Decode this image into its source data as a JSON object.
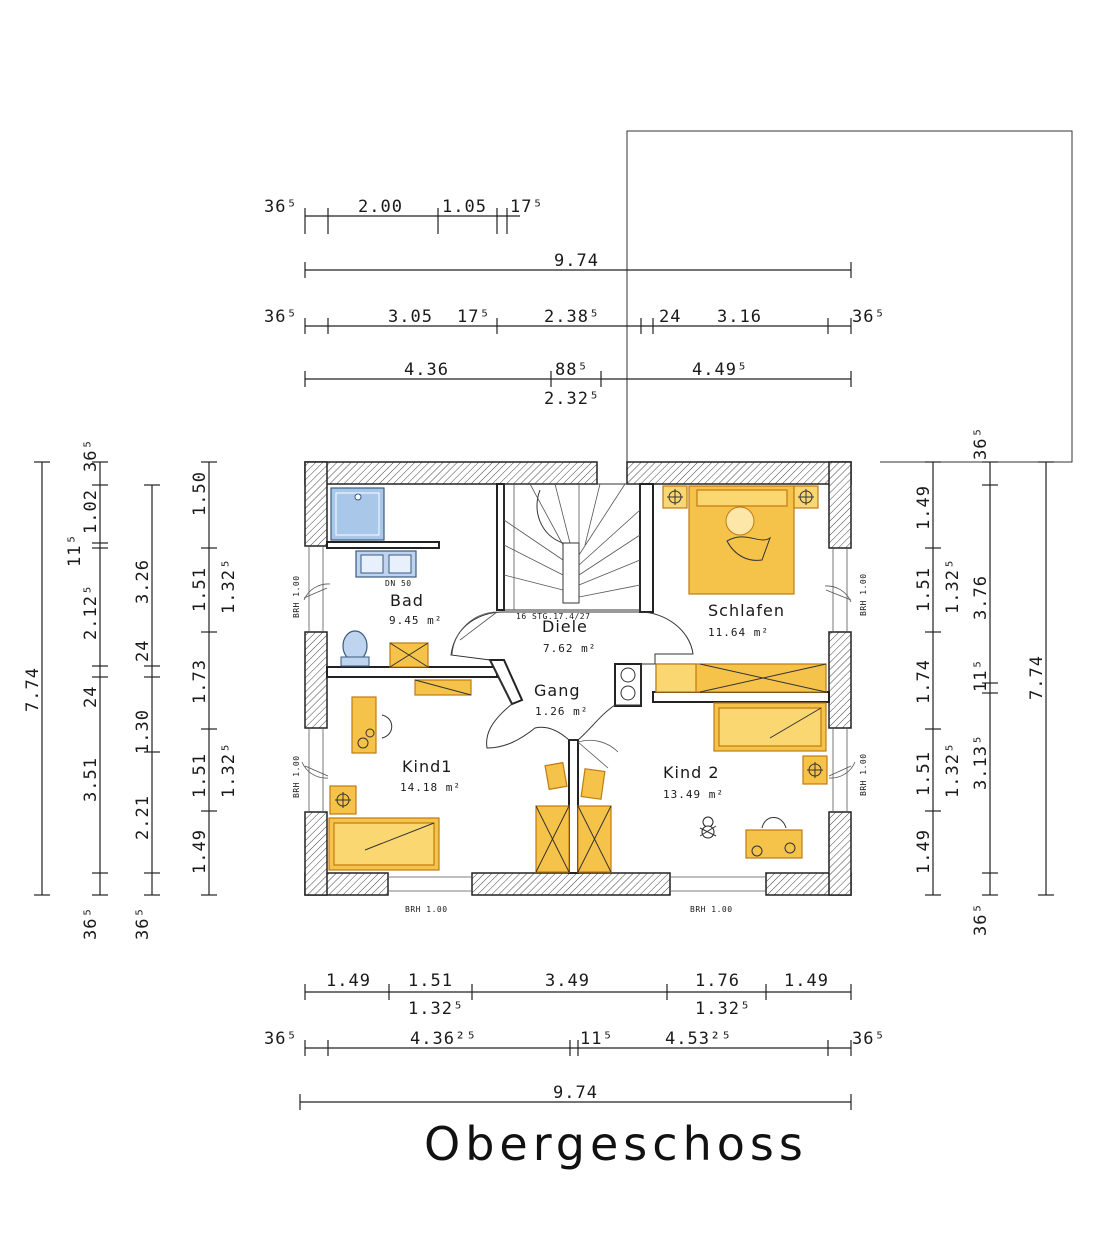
{
  "title": "Obergeschoss",
  "rooms": {
    "bad": {
      "name": "Bad",
      "area": "9.45 m²"
    },
    "diele": {
      "name": "Diele",
      "area": "7.62 m²"
    },
    "gang": {
      "name": "Gang",
      "area": "1.26 m²"
    },
    "schlafen": {
      "name": "Schlafen",
      "area": "11.64 m²"
    },
    "kind1": {
      "name": "Kind1",
      "area": "14.18 m²"
    },
    "kind2": {
      "name": "Kind 2",
      "area": "13.49 m²"
    }
  },
  "notes": {
    "stair": "16 STG.17.4/27",
    "drain": "DN 50",
    "brh": "BRH 1.00"
  },
  "dims_top": {
    "row1": [
      "36⁵",
      "2.00",
      "1.05",
      "17⁵"
    ],
    "row2": [
      "9.74"
    ],
    "row3": [
      "36⁵",
      "3.05",
      "17⁵",
      "2.38⁵",
      "24",
      "3.16",
      "36⁵"
    ],
    "row4": [
      "4.36",
      "88⁵",
      "4.49⁵",
      "2.32⁵"
    ]
  },
  "dims_bottom": {
    "row1": [
      "1.49",
      "1.51",
      "3.49",
      "1.76",
      "1.49"
    ],
    "row1b": [
      "1.32⁵",
      "1.32⁵"
    ],
    "row2": [
      "36⁵",
      "4.36²⁵",
      "11⁵",
      "4.53²⁵",
      "36⁵"
    ],
    "row3": [
      "9.74"
    ]
  },
  "dims_left": {
    "col1": [
      "7.74"
    ],
    "col2": [
      "36⁵",
      "1.02",
      "11⁵",
      "2.12⁵",
      "24",
      "3.51",
      "36⁵"
    ],
    "col3": [
      "3.26",
      "24",
      "1.30",
      "2.21",
      "36⁵"
    ],
    "col4": [
      "1.50",
      "1.51",
      "1.32⁵",
      "1.73",
      "1.51",
      "1.32⁵",
      "1.49"
    ]
  },
  "dims_right": {
    "col1": [
      "1.49",
      "1.51",
      "1.32⁵",
      "1.74",
      "1.51",
      "1.32⁵",
      "1.49"
    ],
    "col2": [
      "36⁵",
      "3.76",
      "11⁵",
      "3.13⁵",
      "36⁵"
    ],
    "col3": [
      "7.74"
    ]
  },
  "colors": {
    "furniture": "#f6c34a",
    "furniture_edge": "#c07a10",
    "shower": "#a9c7e8",
    "wall": "#222222"
  }
}
